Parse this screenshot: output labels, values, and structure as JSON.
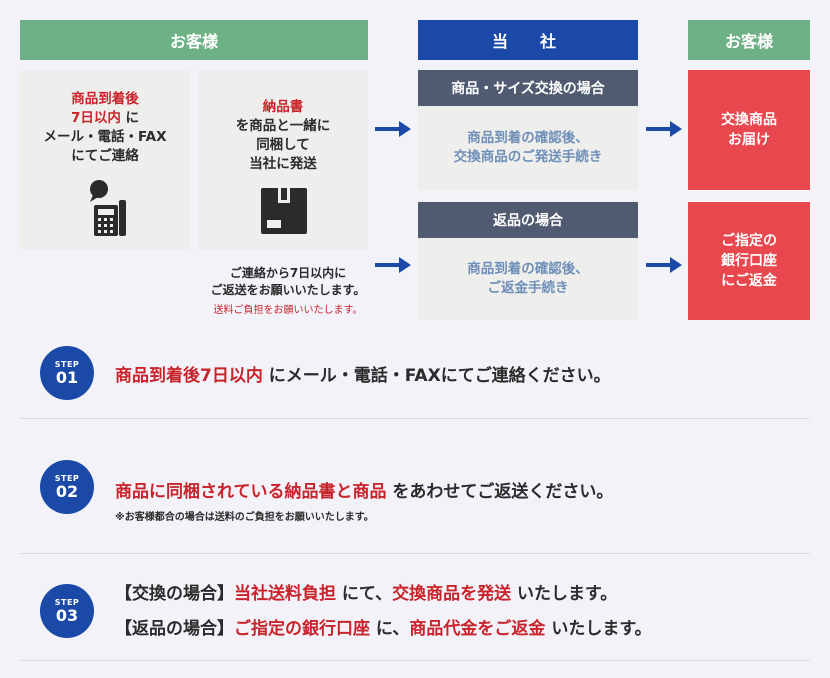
{
  "headers": {
    "customer_left": "お客様",
    "company": "当　社",
    "customer_right": "お客様"
  },
  "flow": {
    "contact_box": {
      "line1": "商品到着後",
      "line2a": "7日以内",
      "line2b": " に",
      "line3": "メール・電話・FAX",
      "line4": "にてご連絡"
    },
    "invoice_box": {
      "line1": "納品書",
      "line2": "を商品と一緒に",
      "line3": "同梱して",
      "line4": "当社に発送"
    },
    "return_note": {
      "line1": "ご連絡から7日以内に",
      "line2": "ご返送をお願いいたします。",
      "line3": "送料ご負担をお願いいたします。"
    },
    "exchange": {
      "title": "商品・サイズ交換の場合",
      "line1": "商品到着の確認後、",
      "line2": "交換商品のご発送手続き"
    },
    "refund": {
      "title": "返品の場合",
      "line1": "商品到着の確認後、",
      "line2": "ご返金手続き"
    },
    "result_exchange": {
      "line1": "交換商品",
      "line2": "お届け"
    },
    "result_refund": {
      "line1": "ご指定の",
      "line2": "銀行口座",
      "line3": "にご返金"
    }
  },
  "steps": [
    {
      "label": "STEP",
      "number": "01",
      "highlight": "商品到着後7日以内",
      "text": " にメール・電話・FAXにてご連絡ください。"
    },
    {
      "label": "STEP",
      "number": "02",
      "highlight": "商品に同梱されている納品書と商品",
      "text": " をあわせてご返送ください。",
      "note": "※お客様都合の場合は送料のご負担をお願いいたします。"
    },
    {
      "label": "STEP",
      "number": "03",
      "line1": {
        "a": "【交換の場合】",
        "b": "当社送料負担",
        "c": " にて、",
        "d": "交換商品を発送",
        "e": " いたします。"
      },
      "line2": {
        "a": "【返品の場合】",
        "b": "ご指定の銀行口座",
        "c": " に、",
        "d": "商品代金をご返金",
        "e": " いたします。"
      }
    }
  ],
  "colors": {
    "green": "#6fb187",
    "blue": "#1a49a8",
    "red": "#e8474e",
    "highlight_red": "#c9232b"
  },
  "icons": [
    "phone-fax-icon",
    "box-package-icon",
    "arrow-right-icon"
  ]
}
